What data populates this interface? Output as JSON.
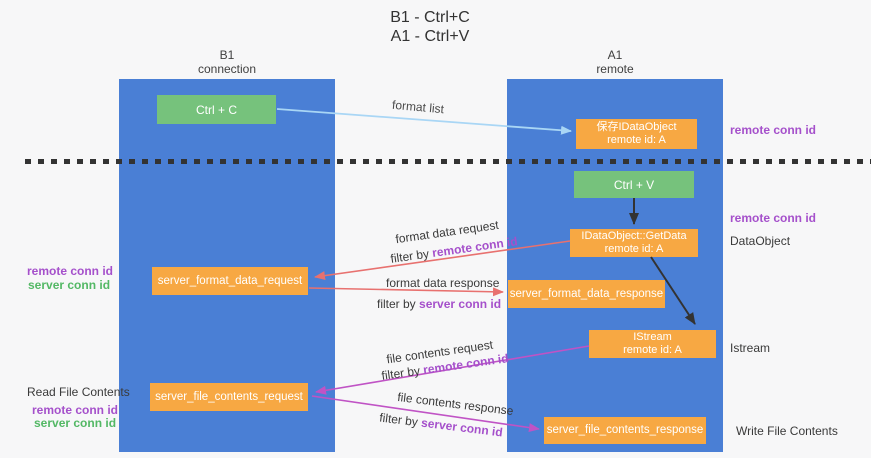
{
  "title": {
    "line1": "B1 - Ctrl+C",
    "line2": "A1 - Ctrl+V"
  },
  "columns": {
    "left": {
      "header_line1": "B1",
      "header_line2": "connection"
    },
    "right": {
      "header_line1": "A1",
      "header_line2": "remote"
    }
  },
  "boxes": {
    "ctrl_c": "Ctrl + C",
    "ctrl_v": "Ctrl + V",
    "save_idataobject": {
      "line1": "保存IDataObject",
      "line2": "remote id: A"
    },
    "getdata": {
      "line1": "IDataObject::GetData",
      "line2": "remote id: A"
    },
    "istream": {
      "line1": "IStream",
      "line2": "remote id: A"
    },
    "server_format_data_request": "server_format_data_request",
    "server_format_data_response": "server_format_data_response",
    "server_file_contents_request": "server_file_contents_request",
    "server_file_contents_response": "server_file_contents_response"
  },
  "arrow_labels": {
    "format_list": "format list",
    "format_data_request": "format data request",
    "format_data_response": "format data response",
    "file_contents_request": "file contents request",
    "file_contents_response": "file contents response",
    "filter_by": "filter by"
  },
  "side_labels": {
    "remote_conn_id": "remote conn id",
    "server_conn_id": "server conn id",
    "dataobject": "DataObject",
    "istream": "Istream",
    "read_file_contents": "Read File Contents",
    "write_file_contents": "Write File Contents"
  },
  "colors": {
    "column_blue": "#4a7fd5",
    "box_green": "#76c27c",
    "box_orange": "#f7a843",
    "purple_text": "#a550cb",
    "green_text": "#53b865",
    "arrow_red": "#e8716f",
    "arrow_magenta": "#c053c5",
    "arrow_lightblue": "#a9d6f5",
    "arrow_black": "#333333",
    "dash_color": "#333333"
  }
}
